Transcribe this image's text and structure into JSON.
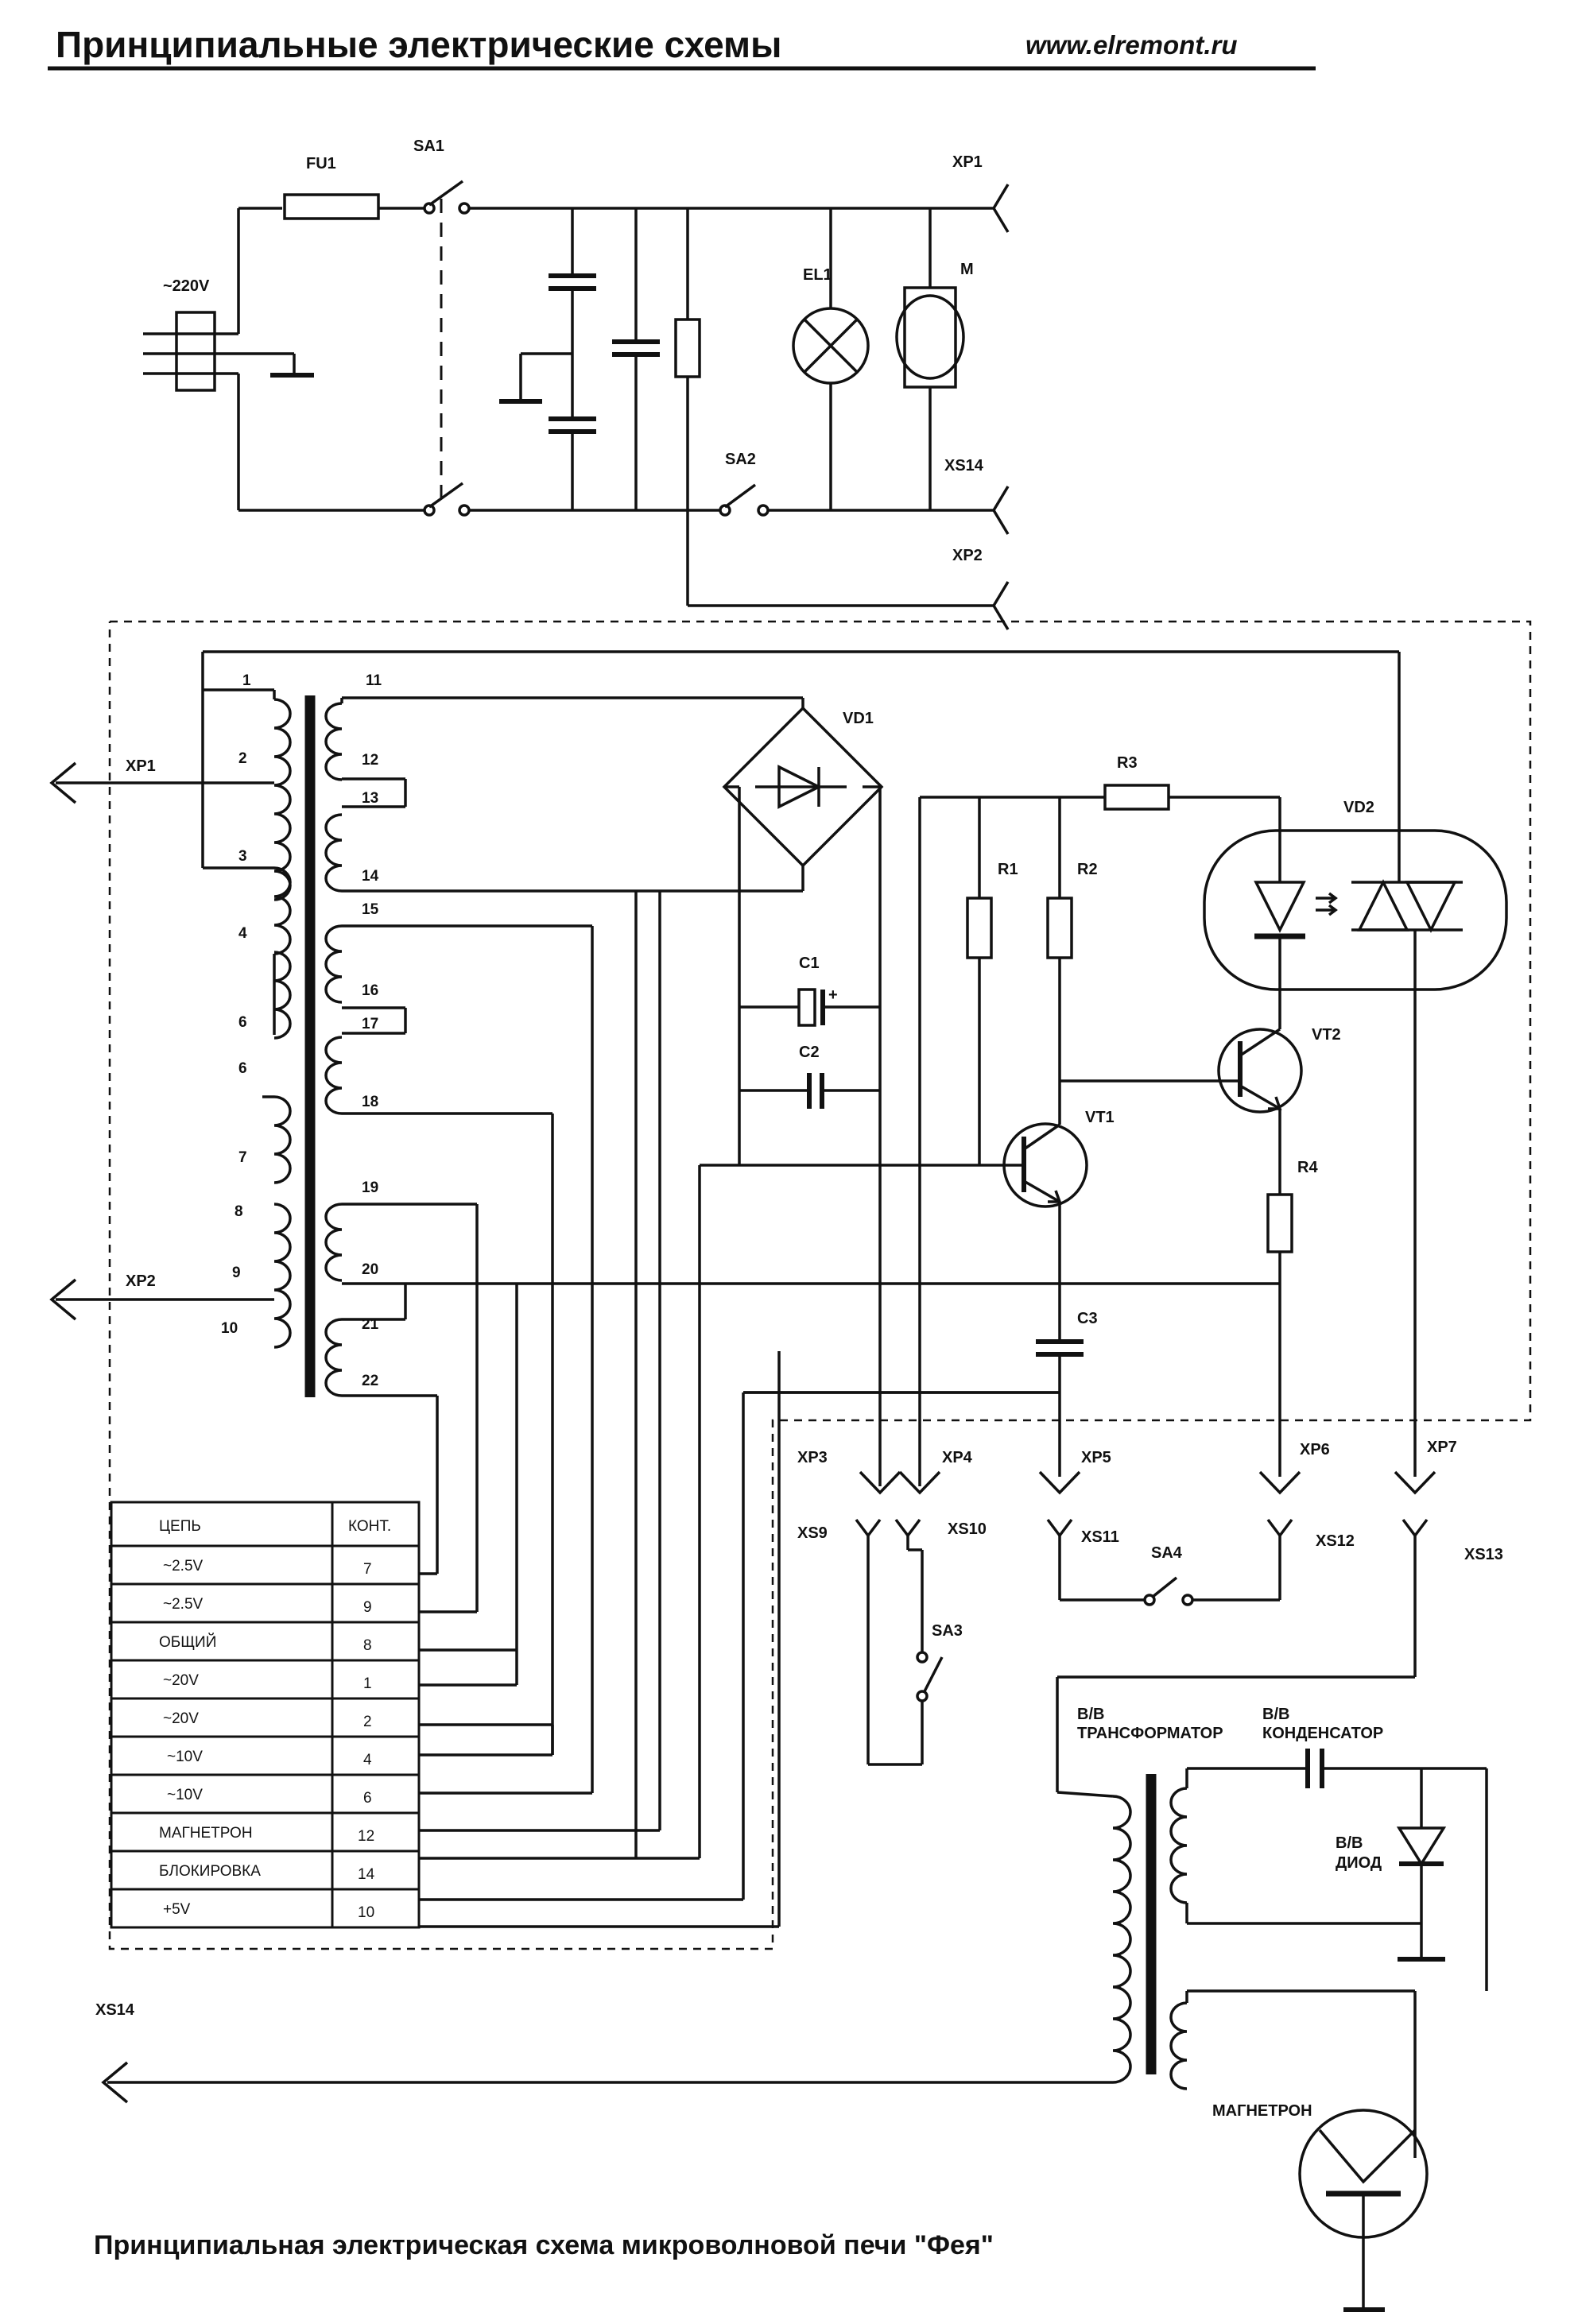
{
  "header": {
    "title": "Принципиальные электрические схемы",
    "url": "www.elremont.ru"
  },
  "caption": "Принципиальная электрическая схема микроволновой печи \"Фея\"",
  "labels": {
    "mains": "~220V",
    "fu1": "FU1",
    "sa1": "SA1",
    "sa2": "SA2",
    "sa3": "SA3",
    "sa4": "SA4",
    "el1": "EL1",
    "m": "M",
    "xp1": "XP1",
    "xp2": "XP2",
    "xs14": "XS14",
    "vd1": "VD1",
    "vd2": "VD2",
    "r1": "R1",
    "r2": "R2",
    "r3": "R3",
    "r4": "R4",
    "c1": "C1",
    "c2": "C2",
    "c3": "C3",
    "vt1": "VT1",
    "vt2": "VT2",
    "xp3": "XP3",
    "xp4": "XP4",
    "xp5": "XP5",
    "xp6": "XP6",
    "xp7": "XP7",
    "xs9": "XS9",
    "xs10": "XS10",
    "xs11": "XS11",
    "xs12": "XS12",
    "xs13": "XS13",
    "hv_transformer_1": "В/В",
    "hv_transformer_2": "ТРАНСФОРМАТОР",
    "hv_capacitor_1": "В/В",
    "hv_capacitor_2": "КОНДЕНСАТОР",
    "hv_diode_1": "В/В",
    "hv_diode_2": "ДИОД",
    "magnetron": "МАГНЕТРОН",
    "plus": "+"
  },
  "primary_pins": [
    "1",
    "2",
    "3",
    "4",
    "6",
    "6",
    "7",
    "8",
    "9",
    "10"
  ],
  "secondary_pins": [
    "11",
    "12",
    "13",
    "14",
    "15",
    "16",
    "17",
    "18",
    "19",
    "20",
    "21",
    "22"
  ],
  "table": {
    "headers": [
      "ЦЕПЬ",
      "КОНТ."
    ],
    "rows": [
      [
        "~2.5V",
        "7"
      ],
      [
        "~2.5V",
        "9"
      ],
      [
        "ОБЩИЙ",
        "8"
      ],
      [
        "~20V",
        "1"
      ],
      [
        "~20V",
        "2"
      ],
      [
        "~10V",
        "4"
      ],
      [
        "~10V",
        "6"
      ],
      [
        "МАГНЕТРОН",
        "12"
      ],
      [
        "БЛОКИРОВКА",
        "14"
      ],
      [
        "+5V",
        "10"
      ]
    ]
  }
}
